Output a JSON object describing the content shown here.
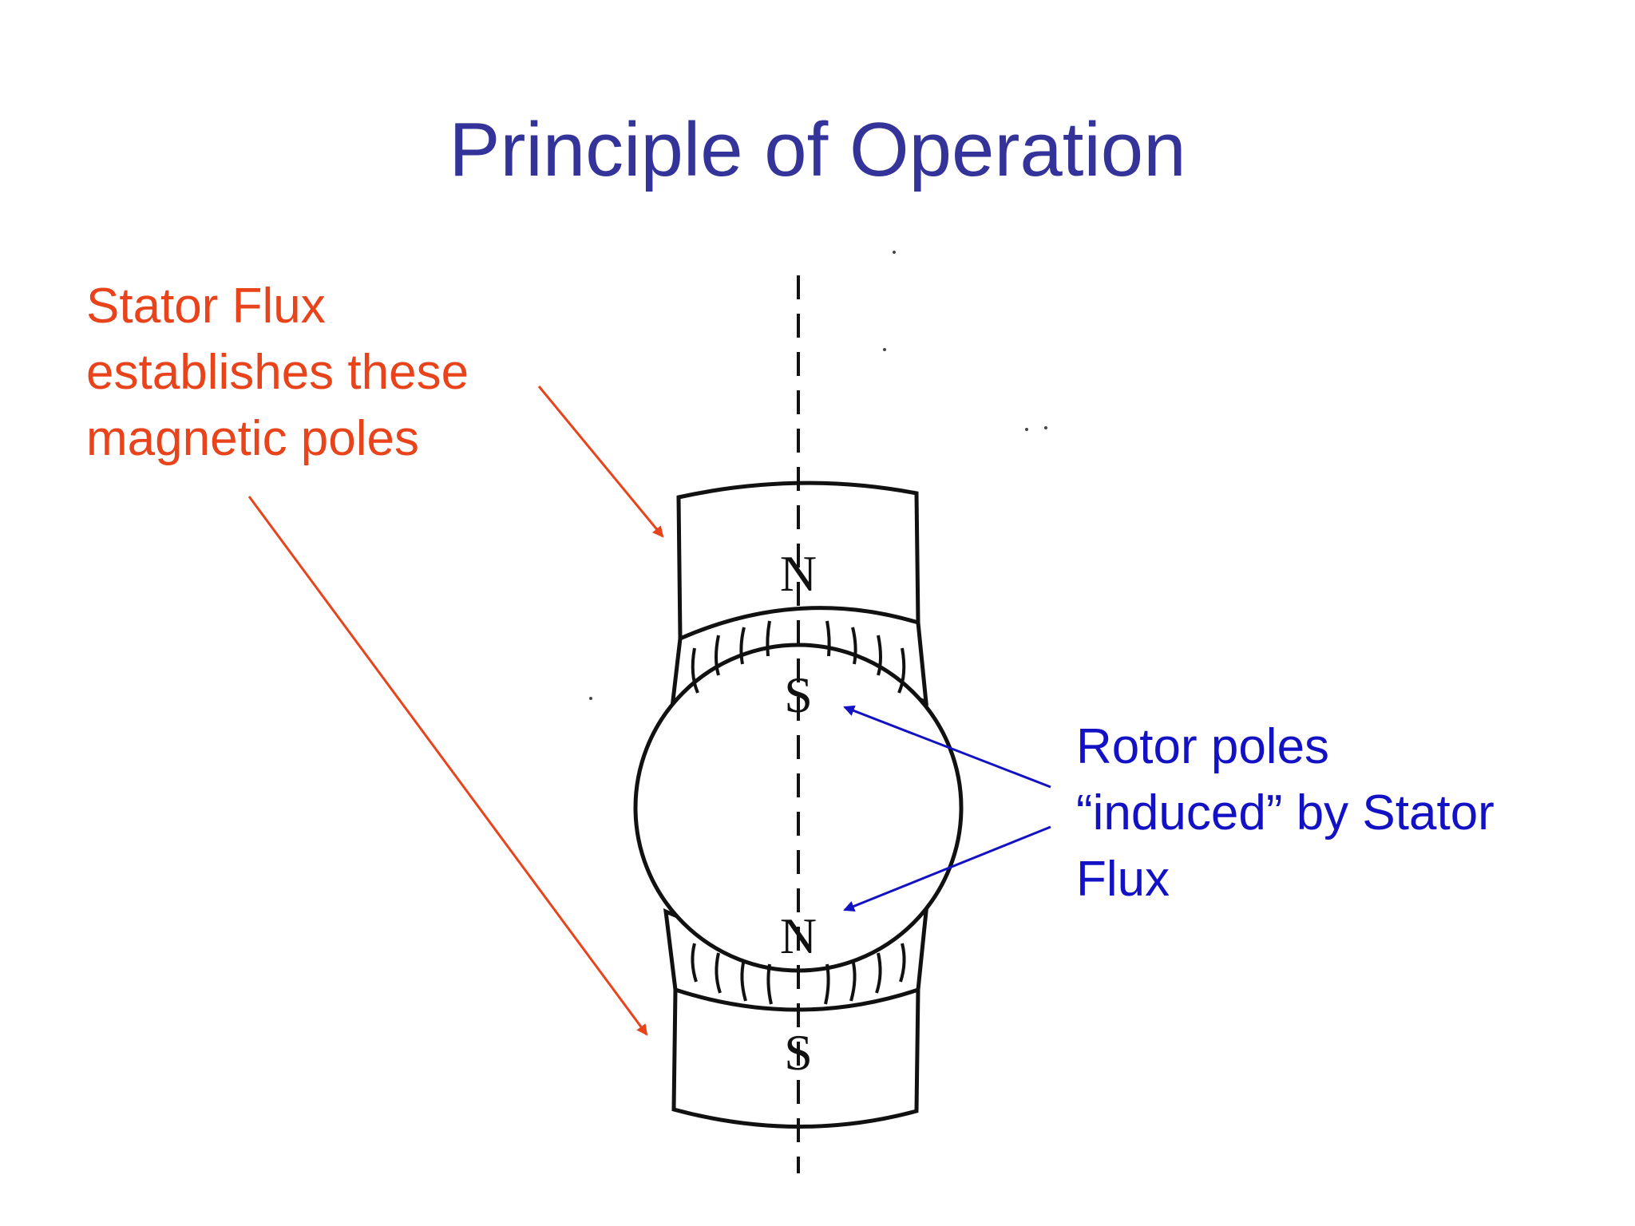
{
  "title": "Principle of Operation",
  "stator_label": {
    "lines": [
      "Stator Flux",
      "establishes these",
      "magnetic poles"
    ],
    "color": "#e8431a"
  },
  "rotor_label": {
    "lines": [
      "Rotor poles",
      "“induced” by Stator",
      "Flux"
    ],
    "color": "#1212c4"
  },
  "pole_letters": {
    "stator_top": "N",
    "rotor_top": "S",
    "rotor_bottom": "N",
    "stator_bottom": "S"
  },
  "title_color": "#333399"
}
